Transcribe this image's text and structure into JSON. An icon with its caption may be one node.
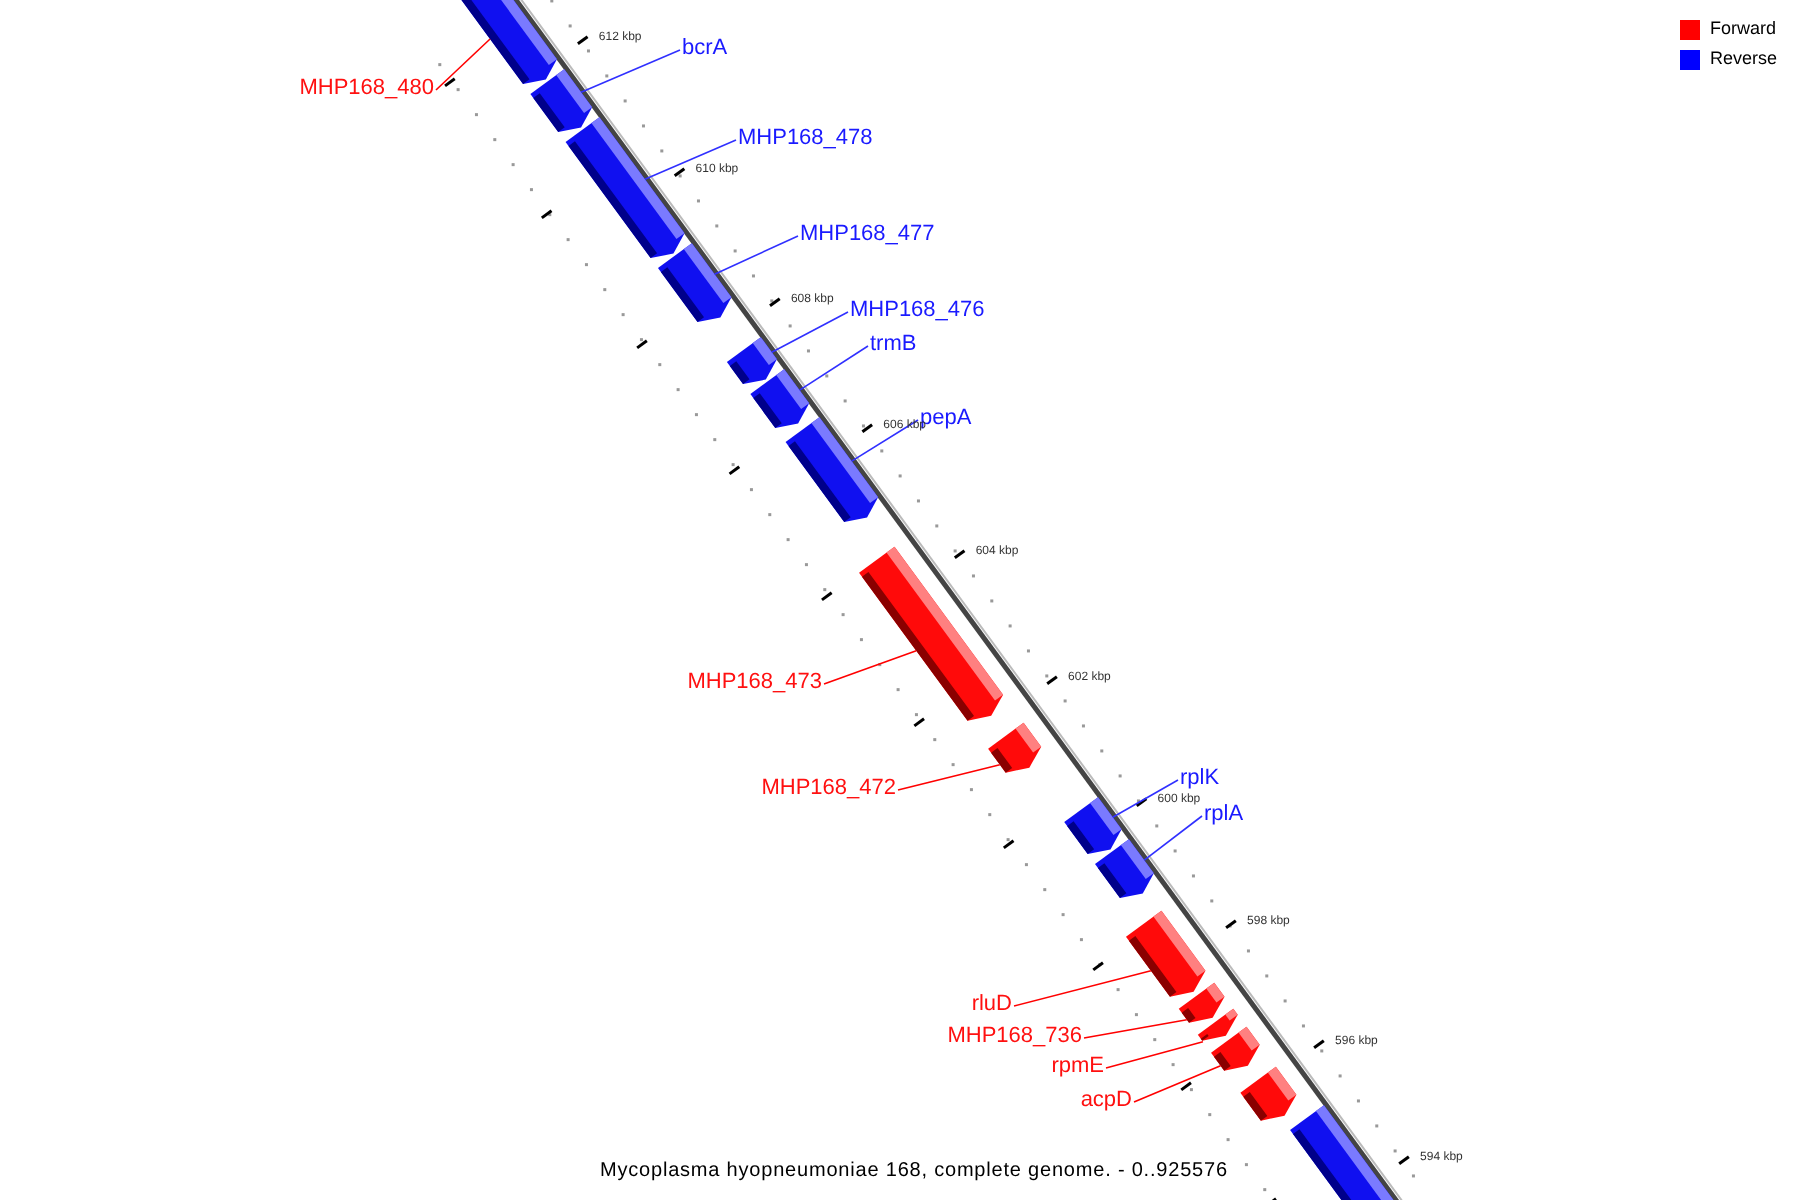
{
  "diagram": {
    "caption": "Mycoplasma hyopneumoniae 168, complete genome. - 0..925576",
    "nodes": [
      {
        "text": [
          "MHP168_480"
        ]
      },
      {
        "text": [
          "bcrA"
        ]
      },
      {
        "text": [
          "MHP168_478"
        ]
      },
      {
        "text": [
          "MHP168_477"
        ]
      },
      {
        "text": [
          "MHP168_476"
        ]
      },
      {
        "text": [
          "trmB"
        ]
      },
      {
        "text": [
          "pepA"
        ]
      },
      {
        "text": [
          "MHP168_473"
        ]
      },
      {
        "text": [
          "MHP168_472"
        ]
      },
      {
        "text": [
          "rplK"
        ]
      },
      {
        "text": [
          "rplA"
        ]
      },
      {
        "text": [
          "rluD"
        ]
      },
      {
        "text": [
          "MHP168_736"
        ]
      },
      {
        "text": [
          "rpmE"
        ]
      },
      {
        "text": [
          "acpD"
        ]
      },
      {
        "text": [],
        "shape": "bar"
      },
      {
        "text": [],
        "shape": "bar"
      },
      {
        "text": [],
        "shape": "bar"
      },
      {
        "text": [],
        "shape": "bar"
      },
      {
        "text": [],
        "shape": "bar"
      },
      {
        "text": [],
        "shape": "bar"
      },
      {
        "text": [],
        "shape": "bar"
      },
      {
        "text": [],
        "shape": "bar"
      },
      {
        "text": [],
        "shape": "bar"
      },
      {
        "text": [],
        "shape": "bar"
      },
      {
        "text": [],
        "shape": "bar"
      },
      {
        "text": [],
        "shape": "bar"
      },
      {
        "text": [],
        "shape": "bar"
      },
      {
        "text": [],
        "shape": "bar"
      },
      {
        "text": [],
        "shape": "bar"
      },
      {
        "text": [],
        "shape": "bar"
      },
      {
        "text": [],
        "shape": "bar"
      }
    ],
    "edges": [
      {
        "from": 0,
        "to": 15,
        "arrow": "none",
        "color": "#ff0000"
      },
      {
        "from": 1,
        "to": 16,
        "arrow": "none"
      },
      {
        "from": 2,
        "to": 17,
        "arrow": "none"
      },
      {
        "from": 3,
        "to": 18,
        "arrow": "none"
      },
      {
        "from": 4,
        "to": 19,
        "arrow": "none"
      },
      {
        "from": 5,
        "to": 20,
        "arrow": "none"
      },
      {
        "from": 6,
        "to": 21,
        "arrow": "none"
      },
      {
        "from": 7,
        "to": 22,
        "arrow": "none",
        "color": "#ff0000"
      },
      {
        "from": 8,
        "to": 23,
        "arrow": "none",
        "color": "#ff0000"
      },
      {
        "from": 9,
        "to": 24,
        "arrow": "none"
      },
      {
        "from": 10,
        "to": 25,
        "arrow": "none"
      },
      {
        "from": 11,
        "to": 26,
        "arrow": "none",
        "color": "#ff0000"
      },
      {
        "from": 12,
        "to": 27,
        "arrow": "none",
        "color": "#ff0000"
      },
      {
        "from": 13,
        "to": 28,
        "arrow": "none",
        "color": "#ff0000"
      },
      {
        "from": 14,
        "to": 29,
        "arrow": "none",
        "color": "#ff0000"
      }
    ],
    "labels": [
      "612 kbp",
      "610 kbp",
      "608 kbp",
      "606 kbp",
      "604 kbp",
      "602 kbp",
      "600 kbp",
      "598 kbp",
      "596 kbp",
      "594 kbp"
    ],
    "legend": [
      {
        "text": "Forward",
        "color": "#ff0000"
      },
      {
        "text": "Reverse",
        "color": "#0000ff"
      }
    ]
  }
}
